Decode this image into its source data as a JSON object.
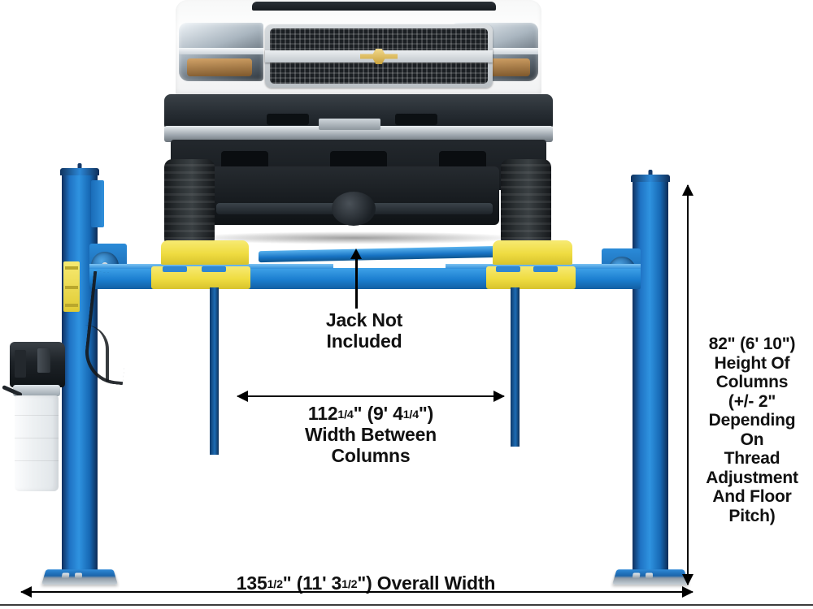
{
  "diagram": {
    "title": "Four Post Vehicle Lift Dimension Diagram",
    "colors": {
      "column_blue": "#1f73c4",
      "column_blue_dark": "#0f2f5e",
      "ramp_yellow": "#efdc41",
      "runway_blue": "#1b7ed0",
      "annotation_black": "#111111",
      "background": "#ffffff"
    }
  },
  "vehicle": {
    "name": "pickup-truck",
    "description": "White pickup truck front view on lift",
    "emblem": "bowtie-emblem"
  },
  "lift": {
    "left_column": "left-column",
    "right_column": "right-column",
    "left_runway": "left-runway",
    "right_runway": "right-runway",
    "ramps": "approach-ramps",
    "power_unit": "hydraulic-power-unit",
    "safety_latch": "safety-latch"
  },
  "annotations": {
    "jack": {
      "line1": "Jack Not",
      "line2": "Included"
    },
    "width_between_columns": {
      "value_whole": "112",
      "value_frac_num": "1",
      "value_frac_den": "4",
      "value_inch": "\"",
      "feet_open": "(9' 4",
      "feet_frac_num": "1",
      "feet_frac_den": "4",
      "feet_close": "\")",
      "line2": "Width Between",
      "line3": "Columns"
    },
    "height_of_columns": {
      "line1": "82\" (6' 10\")",
      "line2": "Height Of",
      "line3": "Columns",
      "line4": "(+/- 2\"",
      "line5": "Depending On",
      "line6": "Thread",
      "line7": "Adjustment",
      "line8": "And Floor",
      "line9": "Pitch)"
    },
    "overall_width": {
      "value_whole": "135",
      "value_frac_num": "1",
      "value_frac_den": "2",
      "value_inch": "\"",
      "feet_open": "(11' 3",
      "feet_frac_num": "1",
      "feet_frac_den": "2",
      "feet_close": "\")",
      "label": "Overall Width"
    }
  }
}
